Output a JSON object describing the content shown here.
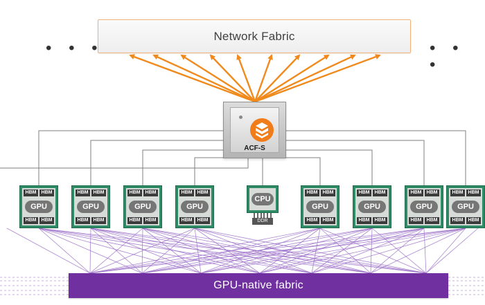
{
  "network_fabric": {
    "label": "Network Fabric"
  },
  "ellipsis": {
    "left": "• • •",
    "right": "• • •"
  },
  "switch": {
    "label": "ACF-S",
    "logo_icon": "layered-stack-icon"
  },
  "accelerators": {
    "left": [
      {
        "type": "GPU",
        "memory": [
          "HBM",
          "HBM",
          "HBM",
          "HBM"
        ]
      },
      {
        "type": "GPU",
        "memory": [
          "HBM",
          "HBM",
          "HBM",
          "HBM"
        ]
      },
      {
        "type": "GPU",
        "memory": [
          "HBM",
          "HBM",
          "HBM",
          "HBM"
        ]
      },
      {
        "type": "GPU",
        "memory": [
          "HBM",
          "HBM",
          "HBM",
          "HBM"
        ]
      }
    ],
    "cpu": {
      "type": "CPU",
      "memory": "DDR"
    },
    "right": [
      {
        "type": "GPU",
        "memory": [
          "HBM",
          "HBM",
          "HBM",
          "HBM"
        ]
      },
      {
        "type": "GPU",
        "memory": [
          "HBM",
          "HBM",
          "HBM",
          "HBM"
        ]
      },
      {
        "type": "GPU",
        "memory": [
          "HBM",
          "HBM",
          "HBM",
          "HBM"
        ]
      },
      {
        "type": "GPU",
        "memory": [
          "HBM",
          "HBM",
          "HBM",
          "HBM"
        ]
      }
    ]
  },
  "gpu_fabric": {
    "label": "GPU-native fabric"
  },
  "colors": {
    "network_links": "#f08a1c",
    "switch_links": "#7f7f7f",
    "mesh_links": "#9b6fc8",
    "fabric_fill": "#7030a0",
    "chip_border": "#2e8b66",
    "network_border": "#f0b27a"
  }
}
